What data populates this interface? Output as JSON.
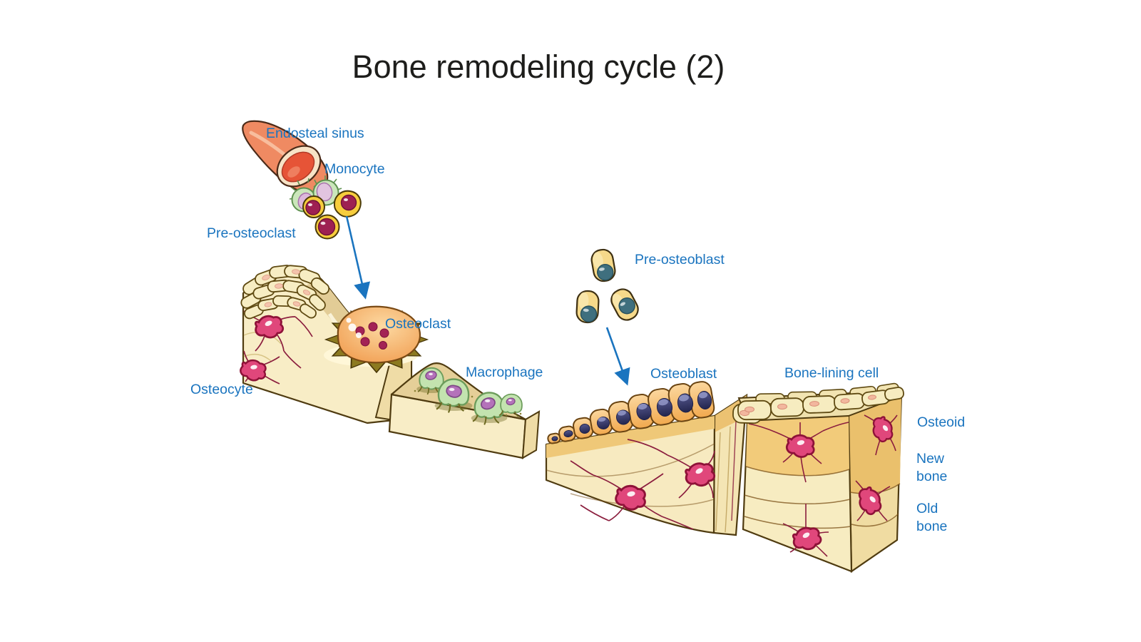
{
  "title": "Bone remodeling cycle (2)",
  "labels": {
    "endosteal_sinus": "Endosteal sinus",
    "monocyte": "Monocyte",
    "pre_osteoclast": "Pre-osteoclast",
    "osteoclast": "Osteoclast",
    "osteocyte": "Osteocyte",
    "macrophage": "Macrophage",
    "pre_osteoblast": "Pre-osteoblast",
    "osteoblast": "Osteoblast",
    "bone_lining_cell": "Bone-lining cell",
    "osteoid": "Osteoid",
    "new_bone": "New bone",
    "old_bone": "Old bone"
  },
  "colors": {
    "label_text": "#1A74BF",
    "arrow": "#1A74BF",
    "title_text": "#1D1D1B",
    "bone_front": "#F8EDC6",
    "bone_side": "#EFDCA6",
    "bone_top_surface": "#E2CC96",
    "osteoid_gold": "#F2CB7A",
    "osteocyte_pink": "#E0477B",
    "canaliculi_red": "#8B1E3E",
    "osteoclast_orange": "#F5A95C",
    "ruffled_border_olive": "#8C7A20",
    "macrophage_green": "#C3E3AF",
    "macrophage_nucleus": "#B472BA",
    "monocyte_green": "#CBE6BB",
    "monocyte_nucleus": "#DDB8DC",
    "preosteoclast_yellow": "#F7CD3D",
    "preosteoclast_nucleus": "#9E2052",
    "preosteoblast_yellow": "#F6D98A",
    "preosteoblast_nucleus": "#3F6F7E",
    "osteoblast_orange": "#F5B765",
    "osteoblast_nucleus": "#30306A",
    "vessel_red": "#EF8A62",
    "vessel_lumen": "#E65437",
    "outline_brown": "#4F3B10",
    "background": "#FFFFFF"
  }
}
